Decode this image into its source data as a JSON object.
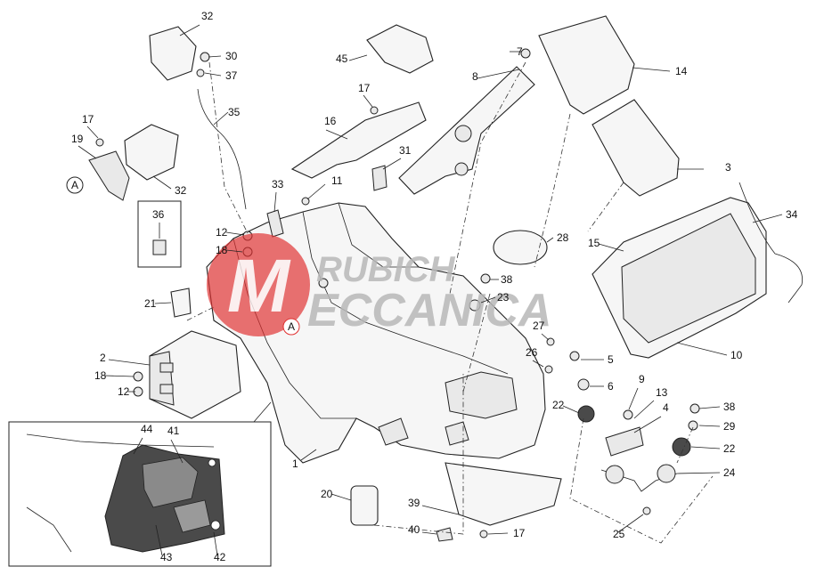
{
  "diagram": {
    "part_labels": [
      "1",
      "2",
      "3",
      "4",
      "5",
      "6",
      "7",
      "8",
      "9",
      "10",
      "11",
      "12",
      "12",
      "13",
      "14",
      "15",
      "16",
      "17",
      "17",
      "17",
      "18",
      "18",
      "19",
      "20",
      "21",
      "22",
      "22",
      "23",
      "24",
      "25",
      "26",
      "27",
      "28",
      "29",
      "30",
      "31",
      "32",
      "32",
      "33",
      "34",
      "35",
      "36",
      "37",
      "38",
      "38",
      "39",
      "40",
      "41",
      "42",
      "43",
      "44",
      "45"
    ],
    "reference_marker": "A",
    "watermark": {
      "line1": "RUBICH",
      "line2": "ECCANICA",
      "logo_letter": "M",
      "color": "#e03030"
    }
  }
}
